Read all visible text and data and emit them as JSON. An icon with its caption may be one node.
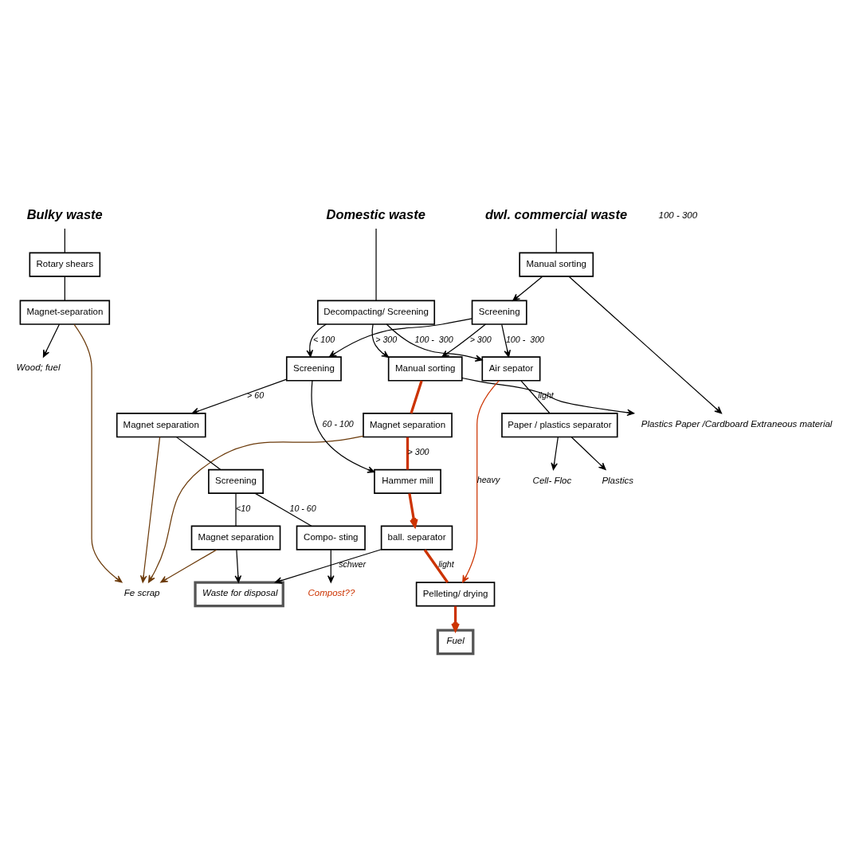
{
  "diagram": {
    "nodes": [
      {
        "text": [
          "Bulky waste"
        ]
      },
      {
        "text": [
          "dwl. commercial waste"
        ]
      },
      {
        "text": [
          "Domestic waste"
        ]
      },
      {
        "text": [
          "Rotary shears"
        ]
      },
      {
        "text": [
          "Magnet-separation"
        ]
      },
      {
        "text": [
          "Manual sorting"
        ]
      },
      {
        "text": [
          "Manual sorting"
        ]
      },
      {
        "text": [
          "Decompacting/ Screening"
        ]
      },
      {
        "text": [
          "Screening"
        ]
      },
      {
        "text": [
          "Wood; fuel"
        ]
      },
      {
        "text": [
          "Plastics Paper /Cardboard Extraneous material"
        ]
      },
      {
        "text": [
          "Magnet separation"
        ]
      },
      {
        "text": [
          "Screening"
        ]
      },
      {
        "text": [
          "Air sepator"
        ]
      },
      {
        "text": [
          "Hammer mill"
        ]
      },
      {
        "text": [
          "Magnet separation"
        ]
      },
      {
        "text": [
          "ball. separator"
        ]
      },
      {
        "text": [
          "Screening"
        ]
      },
      {
        "text": [
          "Paper / plastics separator"
        ]
      },
      {
        "text": [
          "Pelleting/ drying"
        ]
      },
      {
        "text": [
          "Magnet separation"
        ]
      },
      {
        "text": [
          "Compo- sting"
        ]
      },
      {
        "text": [
          "Plastics"
        ]
      },
      {
        "text": [
          "Cell- Floc"
        ]
      },
      {
        "text": [
          "Fuel"
        ]
      },
      {
        "text": [
          "Waste for disposal"
        ]
      },
      {
        "text": [
          "Compost??"
        ]
      },
      {
        "text": [
          "Fe scrap"
        ]
      }
    ],
    "edges": [
      {
        "from": 0,
        "to": 3,
        "arrow": "none"
      },
      {
        "from": 1,
        "to": 5,
        "arrow": "none"
      },
      {
        "from": 2,
        "to": 7,
        "arrow": "none"
      },
      {
        "from": 3,
        "to": 4,
        "arrow": "none"
      },
      {
        "from": 4,
        "to": 9,
        "arrow": "to"
      },
      {
        "from": 4,
        "to": 27,
        "arrow": "to",
        "color": "#6b3a0a"
      },
      {
        "from": 5,
        "to": 8,
        "arrow": "to"
      },
      {
        "from": 5,
        "to": 10,
        "arrow": "to"
      },
      {
        "from": 6,
        "to": 10,
        "arrow": "to"
      },
      {
        "from": 7,
        "to": 6,
        "label": "> 300",
        "arrow": "to"
      },
      {
        "from": 8,
        "to": 6,
        "label": "> 300",
        "arrow": "to"
      },
      {
        "from": 7,
        "to": 12,
        "label": "< 100",
        "arrow": "to"
      },
      {
        "from": 8,
        "to": 12,
        "arrow": "to"
      },
      {
        "from": 8,
        "to": 13,
        "label": "100 -  300",
        "arrow": "to"
      },
      {
        "from": 7,
        "to": 13,
        "label": "100 -  300",
        "arrow": "to"
      },
      {
        "from": 6,
        "to": 11,
        "arrow": "none",
        "style": "thick",
        "color": "#cc3300"
      },
      {
        "from": 11,
        "to": 14,
        "label": "> 300",
        "arrow": "none",
        "style": "thick",
        "color": "#cc3300"
      },
      {
        "from": 11,
        "to": 27,
        "arrow": "to",
        "color": "#6b3a0a"
      },
      {
        "from": 12,
        "to": 14,
        "label": "60 - 100",
        "arrow": "to"
      },
      {
        "from": 12,
        "to": 15,
        "label": "> 60",
        "arrow": "to"
      },
      {
        "from": 13,
        "to": 18,
        "label": "light",
        "arrow": "none"
      },
      {
        "from": 13,
        "to": 19,
        "label": "heavy",
        "arrow": "to",
        "color": "#cc3300"
      },
      {
        "from": 14,
        "to": 16,
        "arrow": "to",
        "style": "thick",
        "color": "#cc3300"
      },
      {
        "from": 15,
        "to": 17,
        "arrow": "none"
      },
      {
        "from": 15,
        "to": 27,
        "arrow": "to",
        "color": "#6b3a0a"
      },
      {
        "from": 16,
        "to": 19,
        "label": "light",
        "arrow": "none",
        "style": "thick",
        "color": "#cc3300"
      },
      {
        "from": 16,
        "to": 25,
        "label": "schwer",
        "arrow": "to"
      },
      {
        "from": 17,
        "to": 20,
        "label": "<10",
        "arrow": "none"
      },
      {
        "from": 17,
        "to": 21,
        "label": "10 - 60",
        "arrow": "none"
      },
      {
        "from": 18,
        "to": 22,
        "arrow": "to"
      },
      {
        "from": 18,
        "to": 23,
        "arrow": "to"
      },
      {
        "from": 19,
        "to": 24,
        "arrow": "to",
        "style": "thick",
        "color": "#cc3300"
      },
      {
        "from": 20,
        "to": 25,
        "arrow": "to"
      },
      {
        "from": 20,
        "to": 27,
        "arrow": "to",
        "color": "#6b3a0a"
      },
      {
        "from": 21,
        "to": 26,
        "arrow": "to"
      }
    ],
    "labels": [
      "100 - 300"
    ]
  }
}
